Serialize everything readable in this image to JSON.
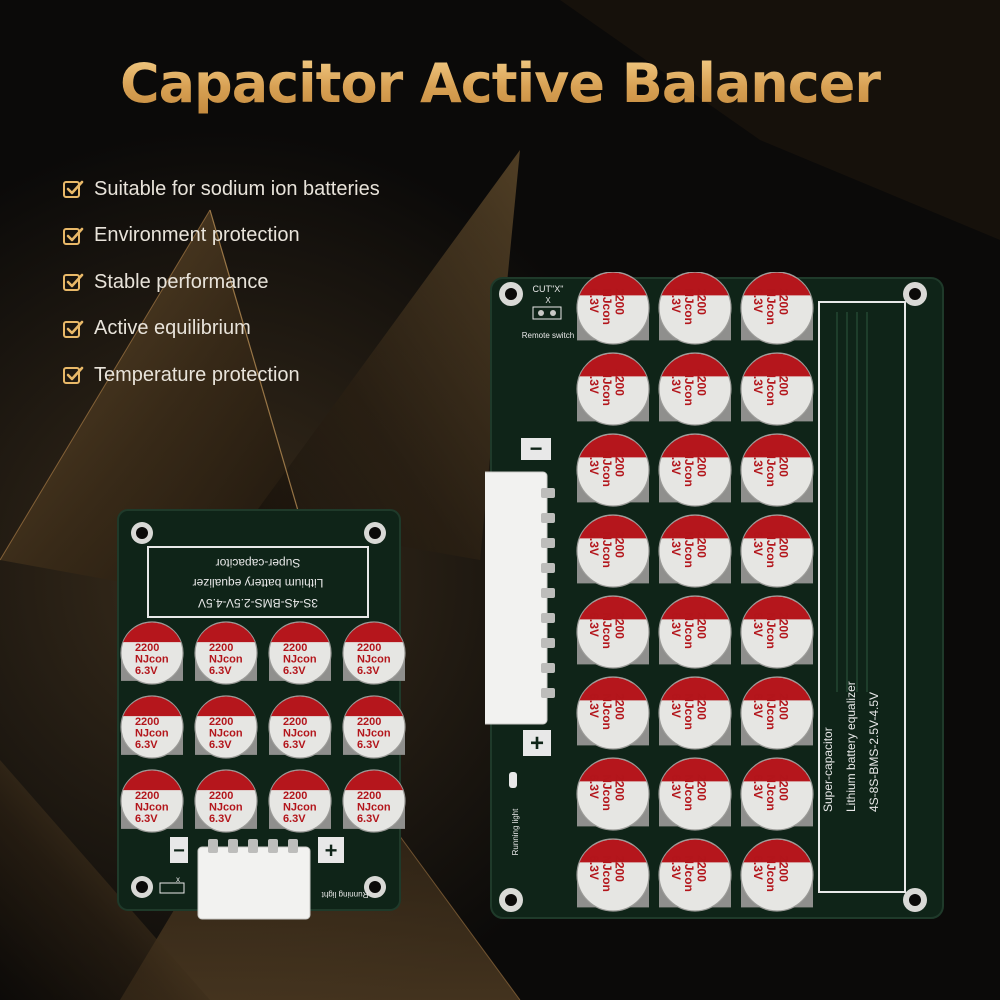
{
  "title": "Capacitor Active Balancer",
  "features": [
    "Suitable for sodium ion batteries",
    "Environment protection",
    "Stable performance",
    "Active equilibrium",
    "Temperature protection"
  ],
  "colors": {
    "title_gold": "#e7b56c",
    "pcb_green": "#0f2418",
    "capacitor_red": "#b5161c",
    "capacitor_silver": "#d7d7d5"
  },
  "capacitor": {
    "capacitance": "2200",
    "brand": "NJcon",
    "voltage": "6.3V"
  },
  "small_board": {
    "label_line1": "Super-capacitor",
    "label_line2": "Lithium battery equalizer",
    "label_line3": "3S-4S-BMS-2.5V-4.5V",
    "minus": "−",
    "plus": "+",
    "running_light": "Running light",
    "jumper_x": "x"
  },
  "large_board": {
    "cut_label": "CUT\"X\"",
    "jumper_x": "X",
    "remote_switch": "Remote switch",
    "minus": "−",
    "plus": "+",
    "running_light": "Running light",
    "label_line1": "Super-capacitor",
    "label_line2": "Lithium battery equalizer",
    "label_line3": "4S-8S-BMS-2.5V-4.5V"
  }
}
